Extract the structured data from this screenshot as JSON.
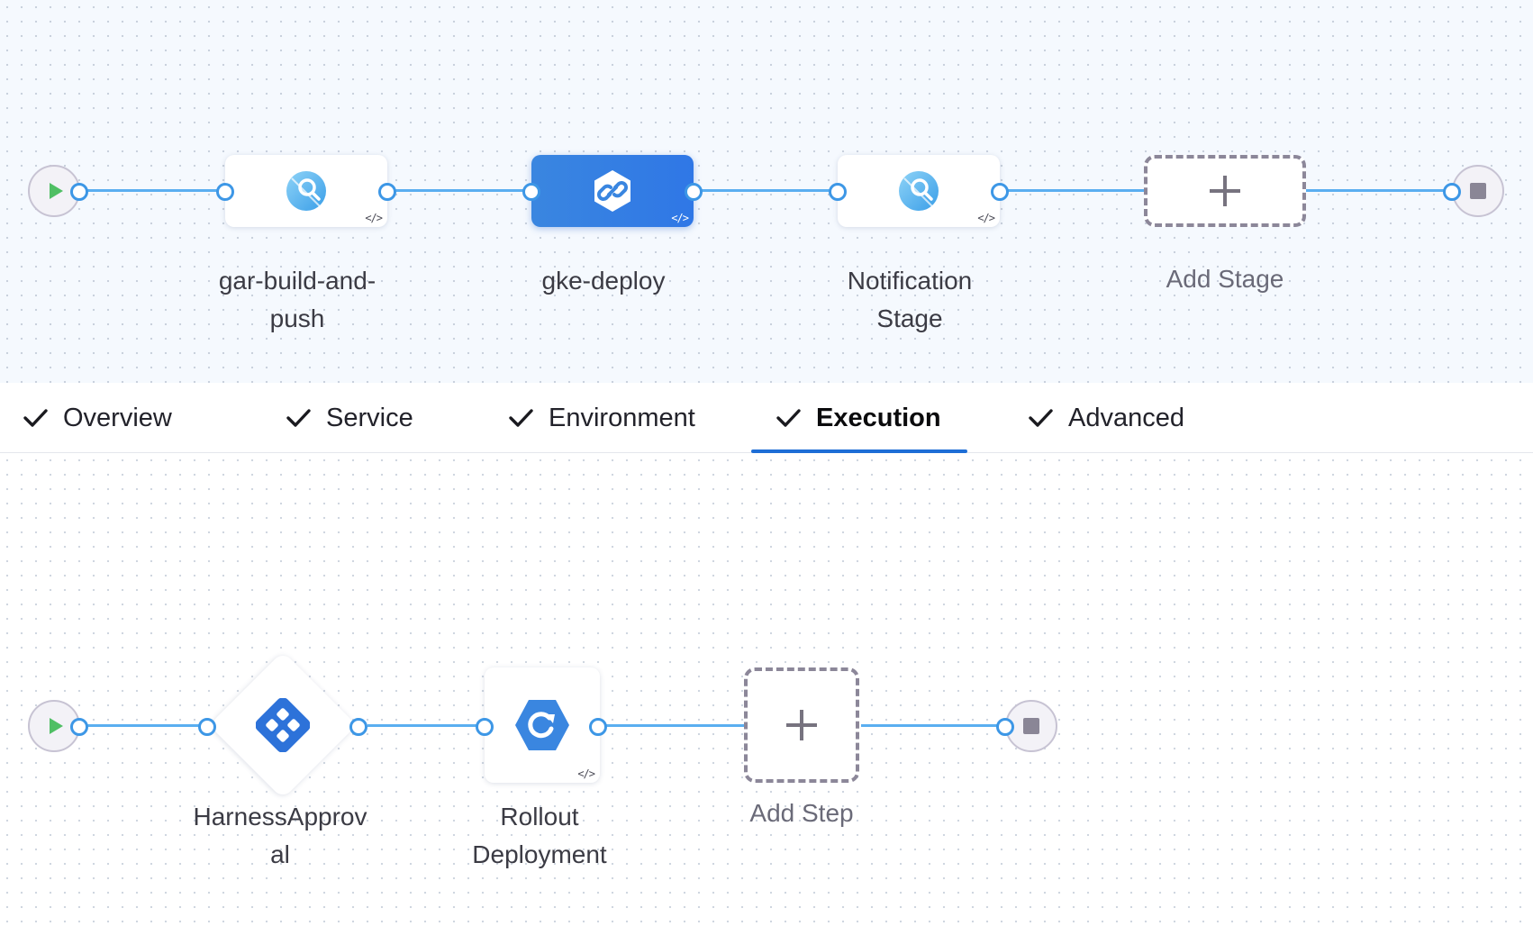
{
  "colors": {
    "accent": "#1e6ed6",
    "wire": "#5aaef0",
    "port": "#3d97e6",
    "selected_stage": "#3a86e0",
    "play": "#4fbf64"
  },
  "pipeline": {
    "stages": [
      {
        "label_line1": "gar-build-and-",
        "label_line2": "push",
        "icon": "ci-build-search-icon"
      },
      {
        "label_line1": "gke-deploy",
        "label_line2": "",
        "icon": "cd-deploy-link-icon",
        "selected": true
      },
      {
        "label_line1": "Notification",
        "label_line2": "Stage",
        "icon": "ci-build-search-icon"
      }
    ],
    "add_stage_label": "Add Stage",
    "code_badge": "</>"
  },
  "tabs": [
    {
      "label": "Overview",
      "completed": true
    },
    {
      "label": "Service",
      "completed": true
    },
    {
      "label": "Environment",
      "completed": true
    },
    {
      "label": "Execution",
      "completed": true,
      "active": true
    },
    {
      "label": "Advanced",
      "completed": true
    }
  ],
  "execution": {
    "steps": [
      {
        "label_line1": "HarnessApprov",
        "label_line2": "al",
        "icon": "harness-approval-icon"
      },
      {
        "label_line1": "Rollout",
        "label_line2": "Deployment",
        "icon": "rollout-deployment-icon"
      }
    ],
    "add_step_label": "Add Step",
    "code_badge": "</>"
  }
}
